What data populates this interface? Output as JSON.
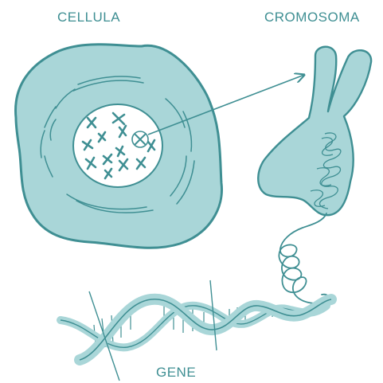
{
  "labels": {
    "cell": "CELLULA",
    "chromosome": "CROMOSOMA",
    "gene": "GENE"
  },
  "colors": {
    "fill": "#a9d6d8",
    "stroke": "#3f8f93",
    "text": "#3f8f93",
    "background": "#ffffff"
  }
}
